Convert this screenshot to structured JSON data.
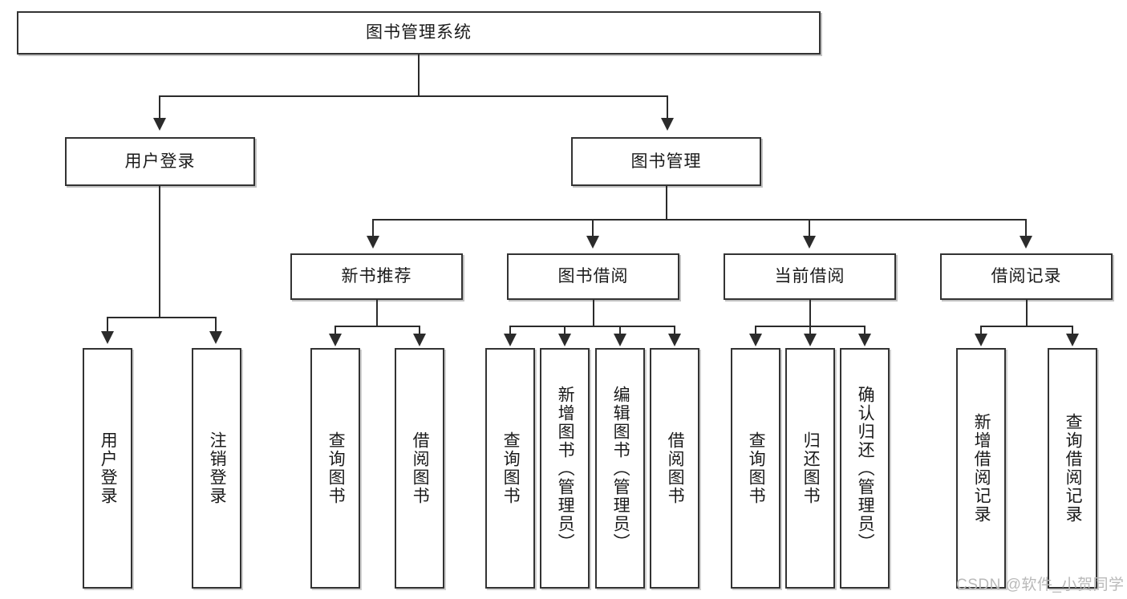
{
  "diagram": {
    "type": "hierarchy-tree",
    "title": "图书管理系统",
    "watermark": "CSDN @软件_小贺同学",
    "root": {
      "id": "root",
      "label": "图书管理系统"
    },
    "level2": [
      {
        "id": "user-login",
        "label": "用户登录"
      },
      {
        "id": "book-management",
        "label": "图书管理"
      }
    ],
    "level3": [
      {
        "id": "new-book-recommend",
        "label": "新书推荐",
        "parent": "book-management"
      },
      {
        "id": "book-borrow",
        "label": "图书借阅",
        "parent": "book-management"
      },
      {
        "id": "current-borrow",
        "label": "当前借阅",
        "parent": "book-management"
      },
      {
        "id": "borrow-record",
        "label": "借阅记录",
        "parent": "book-management"
      }
    ],
    "leaves": {
      "user-login": [
        {
          "id": "leaf-user-login",
          "label": "用户登录"
        },
        {
          "id": "leaf-logout",
          "label": "注销登录"
        }
      ],
      "new-book-recommend": [
        {
          "id": "leaf-query-book-1",
          "label": "查询图书"
        },
        {
          "id": "leaf-borrow-book-1",
          "label": "借阅图书"
        }
      ],
      "book-borrow": [
        {
          "id": "leaf-query-book-2",
          "label": "查询图书"
        },
        {
          "id": "leaf-add-book",
          "label": "新增图书（管理员）"
        },
        {
          "id": "leaf-edit-book",
          "label": "编辑图书（管理员）"
        },
        {
          "id": "leaf-borrow-book-2",
          "label": "借阅图书"
        }
      ],
      "current-borrow": [
        {
          "id": "leaf-query-book-3",
          "label": "查询图书"
        },
        {
          "id": "leaf-return-book",
          "label": "归还图书"
        },
        {
          "id": "leaf-confirm-return",
          "label": "确认归还（管理员）"
        }
      ],
      "borrow-record": [
        {
          "id": "leaf-add-record",
          "label": "新增借阅记录"
        },
        {
          "id": "leaf-query-record",
          "label": "查询借阅记录"
        }
      ]
    },
    "colors": {
      "border": "#333333",
      "connector": "#2b2b2b",
      "background": "#ffffff",
      "text": "#1a1a1a",
      "watermark": "#b9b9b9"
    }
  }
}
